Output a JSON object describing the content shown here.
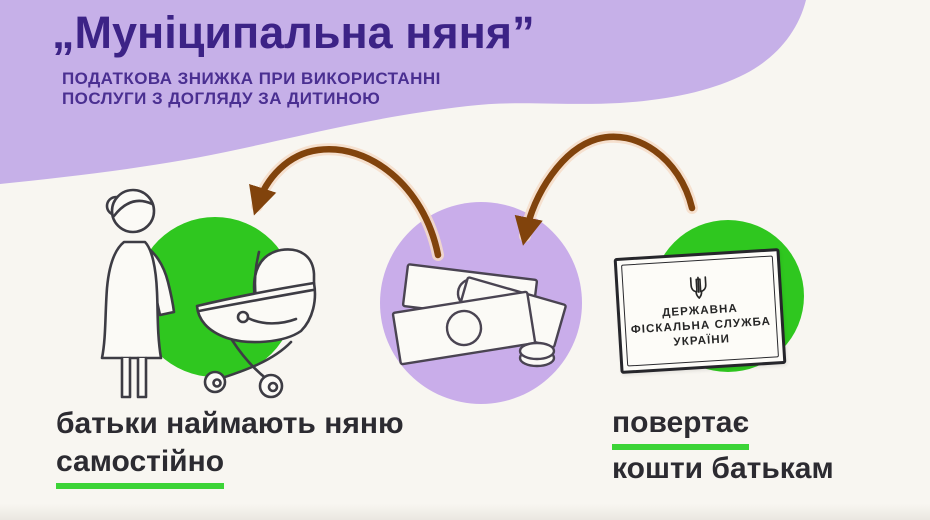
{
  "header": {
    "title": "„Муніципальна няня”",
    "subtitle_line1": "ПОДАТКОВА ЗНИЖКА ПРИ ВИКОРИСТАННІ",
    "subtitle_line2": "ПОСЛУГИ З ДОГЛЯДУ ЗА ДИТИНОЮ"
  },
  "flow": {
    "left_step": {
      "line1": "батьки наймають няню",
      "underlined": "самостійно",
      "icon": "nanny-with-pram"
    },
    "middle_step": {
      "icon": "money-bills-and-coin"
    },
    "right_step": {
      "underlined": "повертає",
      "line2": "кошти батькам",
      "icon": "state-fiscal-service-sign"
    },
    "sign_text": {
      "line1": "ДЕРЖАВНА",
      "line2": "ФІСКАЛЬНА СЛУЖБА",
      "line3": "УКРАЇНИ",
      "emblem": "tryzub"
    },
    "arrows": [
      "fiscal-service-to-money",
      "money-to-parents"
    ]
  },
  "colors": {
    "background": "#f8f6f1",
    "header_blob": "#c6b0e8",
    "title_text": "#3c2386",
    "subtitle_text": "#4a2f91",
    "accent_green": "#2fc71f",
    "circle_lavender": "#c9adea",
    "arrow_brown": "#81430c",
    "arrow_halo": "#f6dcc8",
    "underline_green": "#3cd437",
    "caption_text": "#2c2b31",
    "line_art_ink": "#3d3c44"
  }
}
